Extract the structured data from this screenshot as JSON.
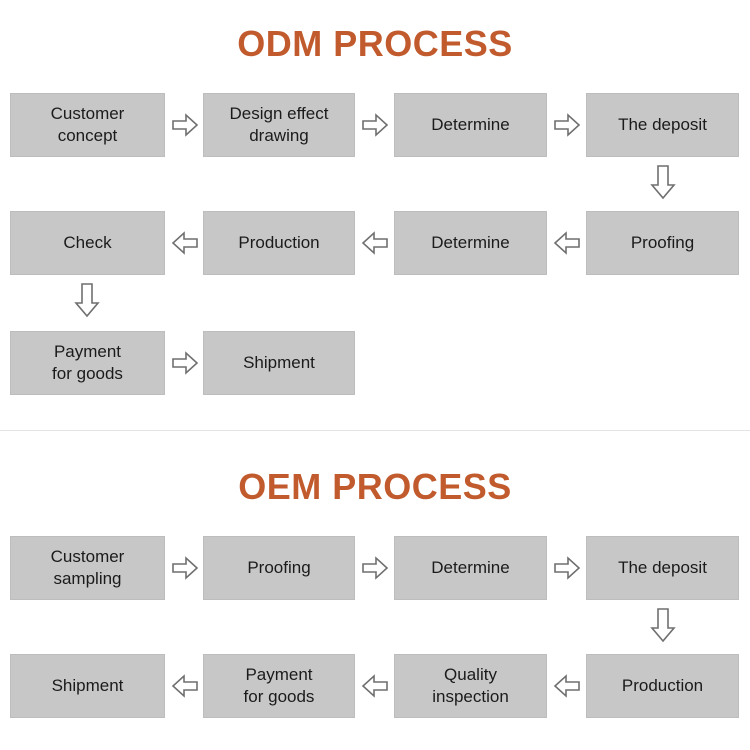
{
  "document": {
    "background_color": "#ffffff",
    "box_fill_color": "#c7c7c7",
    "title_color": "#C15A2C",
    "arrow_stroke_color": "#6f6f6f"
  },
  "sections": [
    {
      "id": "odm",
      "title": "ODM PROCESS",
      "rows": [
        {
          "direction": "left-to-right",
          "boxes": [
            "Customer\nconcept",
            "Design effect\ndrawing",
            "Determine",
            "The deposit"
          ]
        },
        {
          "direction": "right-to-left",
          "boxes": [
            "Check",
            "Production",
            "Determine",
            "Proofing"
          ]
        },
        {
          "direction": "left-to-right",
          "boxes": [
            "Payment\nfor goods",
            "Shipment"
          ]
        }
      ],
      "connectors": [
        {
          "type": "down-arrow",
          "from": "The deposit",
          "to": "Proofing"
        },
        {
          "type": "down-arrow",
          "from": "Check",
          "to": "Payment for goods"
        }
      ]
    },
    {
      "id": "oem",
      "title": "OEM PROCESS",
      "rows": [
        {
          "direction": "left-to-right",
          "boxes": [
            "Customer\nsampling",
            "Proofing",
            "Determine",
            "The deposit"
          ]
        },
        {
          "direction": "right-to-left",
          "boxes": [
            "Shipment",
            "Payment\nfor goods",
            "Quality\ninspection",
            "Production"
          ]
        }
      ],
      "connectors": [
        {
          "type": "down-arrow",
          "from": "The deposit",
          "to": "Production"
        }
      ]
    }
  ]
}
